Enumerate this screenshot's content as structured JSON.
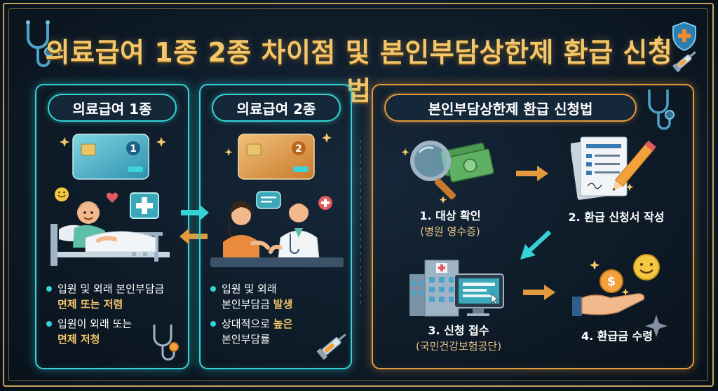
{
  "title": "의료급여 1종 2종 차이점 및 본인부담상한제 환급 신청법",
  "panel1": {
    "header": "의료급여 1종",
    "card_number": "1",
    "bullet1": {
      "text": "입원 및 외래 본인부담금",
      "highlight": "면제 또는 저렴"
    },
    "bullet2": {
      "text": "입원이 외래 또는",
      "highlight": "면제 저청"
    }
  },
  "panel2": {
    "header": "의료급여 2종",
    "card_number": "2",
    "bullet1": {
      "text_line1": "입원 및 외래",
      "text_line2": "본인부담금",
      "highlight": "발생"
    },
    "bullet2": {
      "text": "상대적으로",
      "highlight": "높은",
      "text_line2": "본인부담률"
    }
  },
  "panel3": {
    "header": "본인부담상한제 환급 신청법",
    "steps": [
      {
        "label": "1. 대상 확인",
        "sub": "(병원 영수증)"
      },
      {
        "label": "2. 환급 신청서 작성",
        "sub": ""
      },
      {
        "label": "3. 신청 접수",
        "sub": "(국민건강보험공단)"
      },
      {
        "label": "4. 환급금 수령",
        "sub": ""
      }
    ]
  },
  "colors": {
    "teal": "#36d3d6",
    "orange": "#e39a3c",
    "gold": "#f4c76a",
    "background": "#0e1b28"
  },
  "icons": [
    "stethoscope-icon",
    "medical-shield-icon",
    "syringe-icon",
    "credit-card-icon",
    "hospital-bed-icon",
    "doctor-consultation-icon",
    "magnifier-icon",
    "money-icon",
    "document-pencil-icon",
    "hospital-building-icon",
    "computer-monitor-icon",
    "hand-coin-icon",
    "smiley-icon",
    "arrow-icon"
  ]
}
